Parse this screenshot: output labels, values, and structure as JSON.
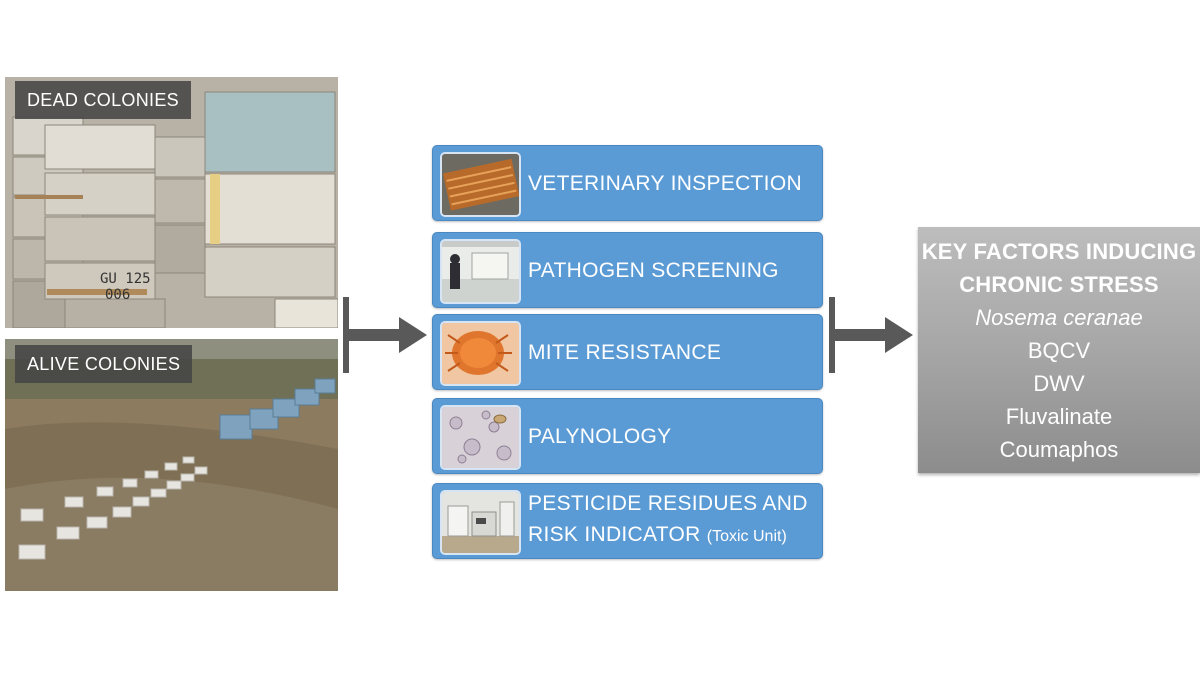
{
  "photos": {
    "dead_label": "DEAD COLONIES",
    "alive_label": "ALIVE COLONIES"
  },
  "analyses": [
    {
      "label": "VETERINARY INSPECTION",
      "icon": "frame-inspection-icon"
    },
    {
      "label": "PATHOGEN SCREENING",
      "icon": "laboratory-icon"
    },
    {
      "label": "MITE RESISTANCE",
      "icon": "varroa-mite-icon"
    },
    {
      "label": "PALYNOLOGY",
      "icon": "pollen-grains-icon"
    },
    {
      "label_line1": "PESTICIDE RESIDUES AND",
      "label_line2": "RISK INDICATOR",
      "label_note": "(Toxic Unit)",
      "icon": "instrument-icon"
    }
  ],
  "factors": {
    "title_line1": "KEY FACTORS INDUCING",
    "title_line2": "CHRONIC STRESS",
    "items": [
      "Nosema ceranae",
      "BQCV",
      "DWV",
      "Fluvalinate",
      "Coumaphos"
    ]
  },
  "colors": {
    "box_blue": "#5b9bd5",
    "factor_grey": "#a6a6a6",
    "arrow_grey": "#595959",
    "label_dark": "#464646"
  }
}
